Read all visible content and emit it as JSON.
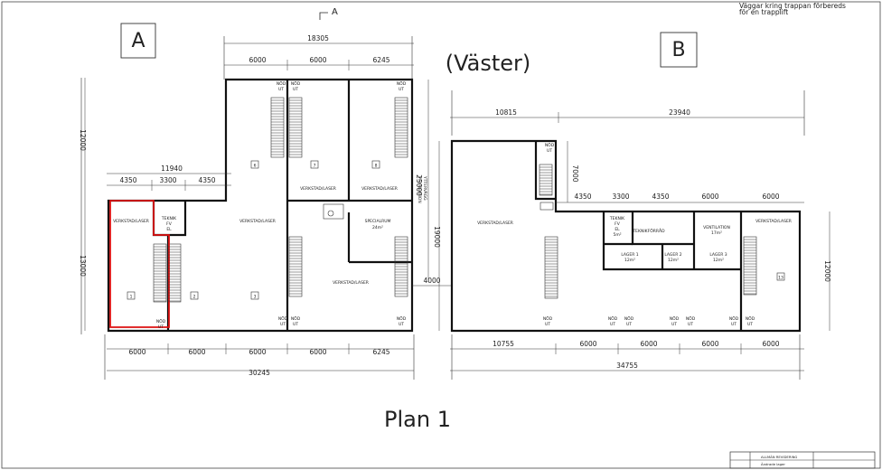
{
  "header_note": {
    "line1": "Väggar kring trappan förbereds",
    "line2": "för en trapplift"
  },
  "section_marker": "A",
  "wing_west_label": "(Väster)",
  "buildings": {
    "a": "A",
    "b": "B"
  },
  "plan_title": "Plan 1",
  "dims_a": {
    "top_total": "18305",
    "top_1": "6000",
    "top_2": "6000",
    "top_3": "6245",
    "left_height": "12000",
    "left_height_lower": "13000",
    "inner_total": "11940",
    "inner_1": "4350",
    "inner_2": "3300",
    "inner_3": "4350",
    "right_height": "25000",
    "bottom_1": "6000",
    "bottom_2": "6000",
    "bottom_3": "6000",
    "bottom_4": "6000",
    "bottom_5": "6245",
    "bottom_total": "30245",
    "link": "4000"
  },
  "dims_b": {
    "top_1": "10815",
    "top_2": "23940",
    "height_1": "19000",
    "height_2": "7000",
    "row_1": "4350",
    "row_2": "3300",
    "row_3": "4350",
    "row_4": "6000",
    "row_5": "6000",
    "right_height": "12000",
    "bottom_1": "10755",
    "bottom_2": "6000",
    "bottom_3": "6000",
    "bottom_4": "6000",
    "bottom_5": "6000",
    "bottom_total": "34755"
  },
  "rooms_a": {
    "verkstad": "VERKSTAD/LASER",
    "teknik_1": "TEKNIK",
    "teknik_2": "FV",
    "teknik_3": "EL",
    "special_1": "SPECIALRUM",
    "special_2": "24m²",
    "ventilation_1": "VENTILATION",
    "ventilation_2": "YTTERVÄGG"
  },
  "rooms_b": {
    "verkstad": "VERKSTAD/LASER",
    "teknik_1": "TEKNIK",
    "teknik_2": "FV",
    "teknik_3": "EL",
    "teknik_4": "5m²",
    "teknikforrad": "TEKNIKFÖRRÅD",
    "ventilation_1": "VENTILATION",
    "ventilation_2": "17m²",
    "lager1": "LAGER 1",
    "lager2": "LAGER 2",
    "lager3": "LAGER 3",
    "lager_area": "12m²"
  },
  "exit": {
    "l1": "NÖD",
    "l2": "UT"
  },
  "units_a": [
    "1",
    "2",
    "3",
    "6",
    "7",
    "8"
  ],
  "units_b": [
    "13"
  ],
  "titleblock": {
    "t1": "ALLMÄN REVIDERING",
    "t2": "Ändrade lager"
  }
}
